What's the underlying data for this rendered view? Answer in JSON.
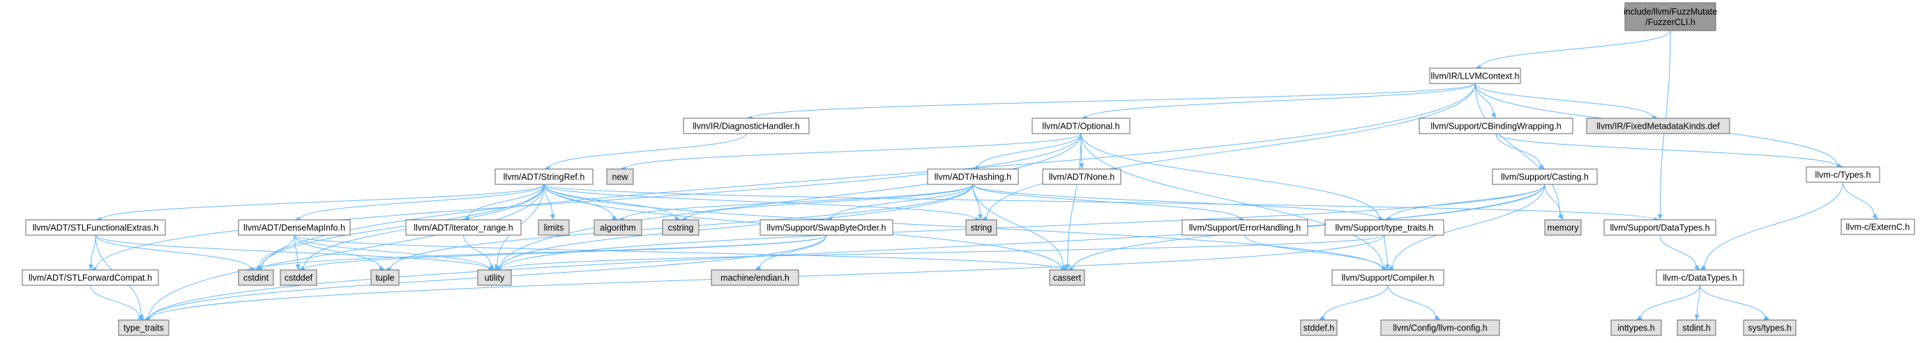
{
  "colors": {
    "root_fill": "#999999",
    "node_fill": "#ffffff",
    "system_fill": "#e0e0e0",
    "border": "#666666",
    "edge": "#63b8ff"
  },
  "nodes": [
    {
      "id": "n0",
      "lines": [
        "include/llvm/FuzzMutate",
        "/FuzzerCLI.h"
      ],
      "kind": "root"
    },
    {
      "id": "n1",
      "lines": [
        "llvm/IR/LLVMContext.h"
      ],
      "kind": "local"
    },
    {
      "id": "n2",
      "lines": [
        "llvm/IR/DiagnosticHandler.h"
      ],
      "kind": "local"
    },
    {
      "id": "n3",
      "lines": [
        "llvm/ADT/Optional.h"
      ],
      "kind": "local"
    },
    {
      "id": "n4",
      "lines": [
        "llvm/Support/CBindingWrapping.h"
      ],
      "kind": "local"
    },
    {
      "id": "n5",
      "lines": [
        "llvm/IR/FixedMetadataKinds.def"
      ],
      "kind": "system"
    },
    {
      "id": "n6",
      "lines": [
        "llvm-c/Types.h"
      ],
      "kind": "local"
    },
    {
      "id": "n7",
      "lines": [
        "llvm/ADT/StringRef.h"
      ],
      "kind": "local"
    },
    {
      "id": "n8",
      "lines": [
        "new"
      ],
      "kind": "system"
    },
    {
      "id": "n9",
      "lines": [
        "llvm/ADT/Hashing.h"
      ],
      "kind": "local"
    },
    {
      "id": "n10",
      "lines": [
        "llvm/ADT/None.h"
      ],
      "kind": "local"
    },
    {
      "id": "n11",
      "lines": [
        "llvm/Support/Casting.h"
      ],
      "kind": "local"
    },
    {
      "id": "n12",
      "lines": [
        "llvm-c/ExternC.h"
      ],
      "kind": "local"
    },
    {
      "id": "n13",
      "lines": [
        "llvm/ADT/STLFunctionalExtras.h"
      ],
      "kind": "local"
    },
    {
      "id": "n14",
      "lines": [
        "llvm/ADT/DenseMapInfo.h"
      ],
      "kind": "local"
    },
    {
      "id": "n15",
      "lines": [
        "llvm/ADT/iterator_range.h"
      ],
      "kind": "local"
    },
    {
      "id": "n16",
      "lines": [
        "limits"
      ],
      "kind": "system"
    },
    {
      "id": "n17",
      "lines": [
        "algorithm"
      ],
      "kind": "system"
    },
    {
      "id": "n18",
      "lines": [
        "cstring"
      ],
      "kind": "system"
    },
    {
      "id": "n19",
      "lines": [
        "string"
      ],
      "kind": "system"
    },
    {
      "id": "n20",
      "lines": [
        "llvm/Support/SwapByteOrder.h"
      ],
      "kind": "local"
    },
    {
      "id": "n21",
      "lines": [
        "llvm/Support/ErrorHandling.h"
      ],
      "kind": "local"
    },
    {
      "id": "n22",
      "lines": [
        "llvm/Support/type_traits.h"
      ],
      "kind": "local"
    },
    {
      "id": "n23",
      "lines": [
        "llvm/Support/DataTypes.h"
      ],
      "kind": "local"
    },
    {
      "id": "n24",
      "lines": [
        "memory"
      ],
      "kind": "system"
    },
    {
      "id": "n25",
      "lines": [
        "llvm/ADT/STLForwardCompat.h"
      ],
      "kind": "local"
    },
    {
      "id": "n26",
      "lines": [
        "cstdint"
      ],
      "kind": "system"
    },
    {
      "id": "n27",
      "lines": [
        "cstddef"
      ],
      "kind": "system"
    },
    {
      "id": "n28",
      "lines": [
        "tuple"
      ],
      "kind": "system"
    },
    {
      "id": "n29",
      "lines": [
        "utility"
      ],
      "kind": "system"
    },
    {
      "id": "n30",
      "lines": [
        "machine/endian.h"
      ],
      "kind": "system"
    },
    {
      "id": "n31",
      "lines": [
        "cassert"
      ],
      "kind": "system"
    },
    {
      "id": "n32",
      "lines": [
        "llvm/Support/Compiler.h"
      ],
      "kind": "local"
    },
    {
      "id": "n33",
      "lines": [
        "llvm-c/DataTypes.h"
      ],
      "kind": "local"
    },
    {
      "id": "n34",
      "lines": [
        "type_traits"
      ],
      "kind": "system"
    },
    {
      "id": "n35",
      "lines": [
        "stddef.h"
      ],
      "kind": "system"
    },
    {
      "id": "n36",
      "lines": [
        "llvm/Config/llvm-config.h"
      ],
      "kind": "system"
    },
    {
      "id": "n37",
      "lines": [
        "inttypes.h"
      ],
      "kind": "system"
    },
    {
      "id": "n38",
      "lines": [
        "stdint.h"
      ],
      "kind": "system"
    },
    {
      "id": "n39",
      "lines": [
        "sys/types.h"
      ],
      "kind": "system"
    }
  ],
  "edges": [
    [
      "n0",
      "n1"
    ],
    [
      "n0",
      "n23"
    ],
    [
      "n1",
      "n2"
    ],
    [
      "n1",
      "n3"
    ],
    [
      "n1",
      "n4"
    ],
    [
      "n1",
      "n5"
    ],
    [
      "n1",
      "n6"
    ],
    [
      "n1",
      "n19"
    ],
    [
      "n1",
      "n24"
    ],
    [
      "n1",
      "n26"
    ],
    [
      "n2",
      "n7"
    ],
    [
      "n3",
      "n8"
    ],
    [
      "n3",
      "n9"
    ],
    [
      "n3",
      "n10"
    ],
    [
      "n3",
      "n22"
    ],
    [
      "n3",
      "n25"
    ],
    [
      "n3",
      "n31"
    ],
    [
      "n3",
      "n32"
    ],
    [
      "n3",
      "n29"
    ],
    [
      "n4",
      "n11"
    ],
    [
      "n4",
      "n6"
    ],
    [
      "n6",
      "n12"
    ],
    [
      "n6",
      "n33"
    ],
    [
      "n7",
      "n13"
    ],
    [
      "n7",
      "n14"
    ],
    [
      "n7",
      "n15"
    ],
    [
      "n7",
      "n16"
    ],
    [
      "n7",
      "n17"
    ],
    [
      "n7",
      "n18"
    ],
    [
      "n7",
      "n19"
    ],
    [
      "n7",
      "n32"
    ],
    [
      "n7",
      "n26"
    ],
    [
      "n7",
      "n27"
    ],
    [
      "n7",
      "n29"
    ],
    [
      "n7",
      "n31"
    ],
    [
      "n7",
      "n34"
    ],
    [
      "n7",
      "n23"
    ],
    [
      "n9",
      "n20"
    ],
    [
      "n9",
      "n21"
    ],
    [
      "n9",
      "n22"
    ],
    [
      "n9",
      "n17"
    ],
    [
      "n9",
      "n18"
    ],
    [
      "n9",
      "n19"
    ],
    [
      "n9",
      "n28"
    ],
    [
      "n9",
      "n29"
    ],
    [
      "n9",
      "n31"
    ],
    [
      "n11",
      "n22"
    ],
    [
      "n11",
      "n32"
    ],
    [
      "n11",
      "n24"
    ],
    [
      "n11",
      "n31"
    ],
    [
      "n11",
      "n34"
    ],
    [
      "n11",
      "n29"
    ],
    [
      "n13",
      "n25"
    ],
    [
      "n13",
      "n26"
    ],
    [
      "n13",
      "n34"
    ],
    [
      "n13",
      "n29"
    ],
    [
      "n14",
      "n26"
    ],
    [
      "n14",
      "n27"
    ],
    [
      "n14",
      "n28"
    ],
    [
      "n14",
      "n29"
    ],
    [
      "n14",
      "n31"
    ],
    [
      "n15",
      "n29"
    ],
    [
      "n20",
      "n30"
    ],
    [
      "n20",
      "n27"
    ],
    [
      "n20",
      "n34"
    ],
    [
      "n20",
      "n26"
    ],
    [
      "n21",
      "n32"
    ],
    [
      "n22",
      "n32"
    ],
    [
      "n22",
      "n34"
    ],
    [
      "n22",
      "n29"
    ],
    [
      "n23",
      "n33"
    ],
    [
      "n25",
      "n34"
    ],
    [
      "n32",
      "n35"
    ],
    [
      "n32",
      "n36"
    ],
    [
      "n33",
      "n37"
    ],
    [
      "n33",
      "n38"
    ],
    [
      "n33",
      "n39"
    ]
  ]
}
